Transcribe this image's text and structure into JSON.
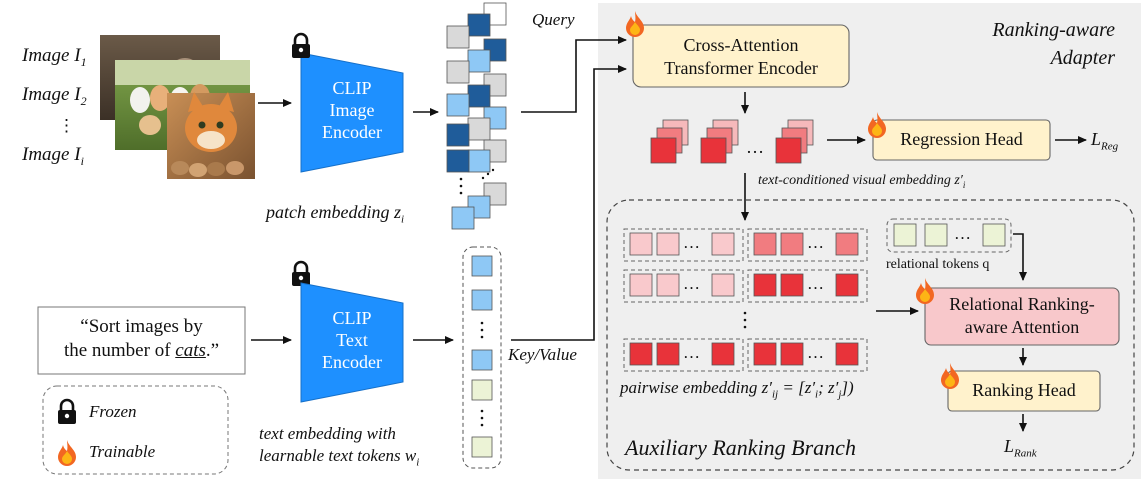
{
  "colors": {
    "clip_blue": "#1E90FF",
    "query_dark_blue": "#1F5C9A",
    "light_blue": "#8EC8F5",
    "gray_patch": "#D9D9D9",
    "visual_red_dark": "#E8333A",
    "visual_red_mid": "#F17C80",
    "visual_red_light": "#F6B9BB",
    "pink_light": "#F9C9CC",
    "pale_green": "#ECF3D6",
    "module_yellow": "#FFF2CC",
    "module_pink": "#F8C8CB",
    "adapter_gray": "#EFEFEF"
  },
  "icons": [
    "lock-icon",
    "flame-icon"
  ],
  "images": {
    "labels": [
      {
        "main": "Image I",
        "sub": "1"
      },
      {
        "main": "Image I",
        "sub": "2"
      },
      {
        "main": "⋮",
        "sub": ""
      },
      {
        "main": "Image I",
        "sub": "i"
      }
    ]
  },
  "encoders": {
    "image": "CLIP Image Encoder",
    "image_lines": [
      "CLIP",
      "Image",
      "Encoder"
    ],
    "text": "CLIP Text Encoder",
    "text_lines": [
      "CLIP",
      "Text",
      "Encoder"
    ]
  },
  "patch_caption": {
    "main": "patch embedding z",
    "sub": "i"
  },
  "prompt": {
    "line1": "“Sort images by",
    "line2_prefix": "the number of ",
    "line2_underlined": "cats",
    "line2_suffix": ".”"
  },
  "text_caption": {
    "line1": "text embedding with",
    "line2": "learnable text tokens w",
    "sub": "i"
  },
  "flow_labels": {
    "query": "Query",
    "key_value": "Key/Value"
  },
  "legend": {
    "frozen": "Frozen",
    "trainable": "Trainable"
  },
  "adapter": {
    "title_line1": "Ranking-aware",
    "title_line2": "Adapter",
    "cross_attention_line1": "Cross-Attention",
    "cross_attention_line2": "Transformer Encoder",
    "regression_head": "Regression Head",
    "loss_reg": {
      "main": "L",
      "sub": "Reg"
    },
    "visual_caption": "text-conditioned visual embedding z′",
    "visual_caption_sub": "i",
    "ellipsis": "…"
  },
  "aux_branch": {
    "title": "Auxiliary Ranking Branch",
    "relational_tokens": "relational tokens q",
    "relational_attention_line1": "Relational Ranking-",
    "relational_attention_line2": "aware Attention",
    "ranking_head": "Ranking Head",
    "loss_rank": {
      "main": "L",
      "sub": "Rank"
    },
    "pairwise_caption": "pairwise embedding z′",
    "pairwise_caption_sub": "ij",
    "pairwise_formula": " = [z′",
    "pairwise_formula_i": "i",
    "pairwise_formula_mid": "; z′",
    "pairwise_formula_j": "j",
    "pairwise_formula_end": "])"
  }
}
